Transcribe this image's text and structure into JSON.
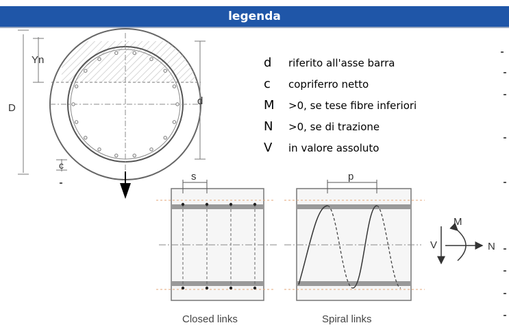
{
  "header": {
    "title": "legenda"
  },
  "section_labels": {
    "yn": "Yn",
    "d_diameter": "D",
    "d_effective": "d",
    "c_cover": "c"
  },
  "legend": {
    "items": [
      {
        "symbol": "d",
        "description": "riferito all'asse barra"
      },
      {
        "symbol": "c",
        "description": "copriferro netto"
      },
      {
        "symbol": "M",
        "description": ">0, se tese fibre inferiori"
      },
      {
        "symbol": "N",
        "description": ">0, se di trazione"
      },
      {
        "symbol": "V",
        "description": "in valore assoluto"
      }
    ]
  },
  "detail_labels": {
    "s": "s",
    "p": "p",
    "closed": "Closed links",
    "spiral": "Spiral links"
  },
  "forces": {
    "m": "M",
    "v": "V",
    "n": "N"
  }
}
